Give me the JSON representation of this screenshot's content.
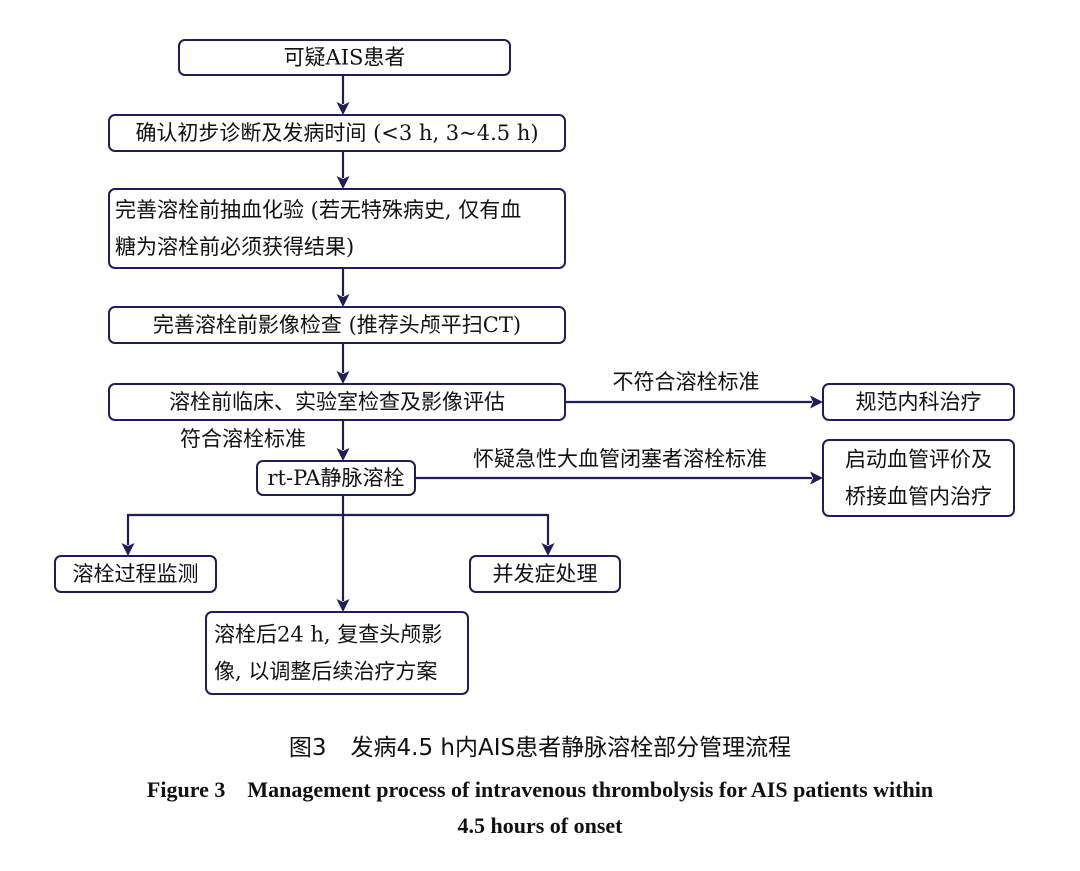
{
  "nodes": [
    {
      "id": "suspected",
      "lines": [
        "可疑AIS患者"
      ]
    },
    {
      "id": "confirm",
      "lines": [
        "确认初步诊断及发病时间 (<3 h, 3~4.5 h)"
      ]
    },
    {
      "id": "blood",
      "lines": [
        "完善溶栓前抽血化验 (若无特殊病史, 仅有血",
        "糖为溶栓前必须获得结果)"
      ]
    },
    {
      "id": "imaging",
      "lines": [
        "完善溶栓前影像检查 (推荐头颅平扫CT)"
      ]
    },
    {
      "id": "eval",
      "lines": [
        "溶栓前临床、实验室检查及影像评估"
      ]
    },
    {
      "id": "standard",
      "lines": [
        "规范内科治疗"
      ]
    },
    {
      "id": "rtpa",
      "lines": [
        "rt-PA静脉溶栓"
      ]
    },
    {
      "id": "vascular",
      "lines": [
        "启动血管评价及",
        "桥接血管内治疗"
      ]
    },
    {
      "id": "monitor",
      "lines": [
        "溶栓过程监测"
      ]
    },
    {
      "id": "complication",
      "lines": [
        "并发症处理"
      ]
    },
    {
      "id": "recheck",
      "lines": [
        "溶栓后24 h, 复查头颅影",
        "像, 以调整后续治疗方案"
      ]
    }
  ],
  "edges": [
    {
      "from": "suspected",
      "to": "confirm",
      "label": ""
    },
    {
      "from": "confirm",
      "to": "blood",
      "label": ""
    },
    {
      "from": "blood",
      "to": "imaging",
      "label": ""
    },
    {
      "from": "imaging",
      "to": "eval",
      "label": ""
    },
    {
      "from": "eval",
      "to": "standard",
      "label": "不符合溶栓标准"
    },
    {
      "from": "eval",
      "to": "rtpa",
      "label": "符合溶栓标准"
    },
    {
      "from": "rtpa",
      "to": "vascular",
      "label": "怀疑急性大血管闭塞者溶栓标准"
    },
    {
      "from": "rtpa",
      "to": "monitor",
      "label": ""
    },
    {
      "from": "rtpa",
      "to": "complication",
      "label": ""
    },
    {
      "from": "rtpa",
      "to": "recheck",
      "label": ""
    }
  ],
  "caption": {
    "cn_label": "图3",
    "cn_title": "发病4.5 h内AIS患者静脉溶栓部分管理流程",
    "en_label": "Figure 3",
    "en_title_line1": "Management process of intravenous thrombolysis for AIS patients within",
    "en_title_line2": "4.5 hours of onset"
  }
}
